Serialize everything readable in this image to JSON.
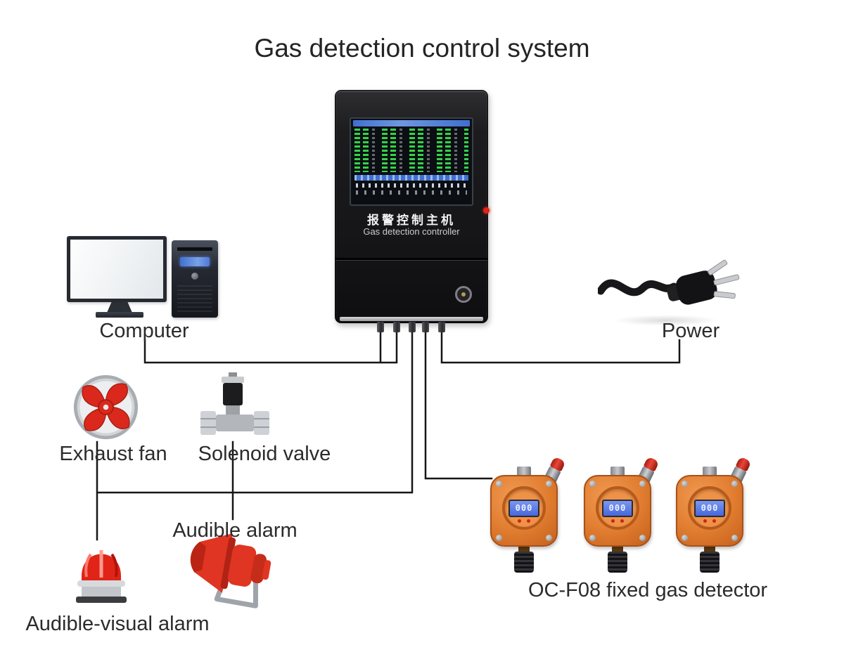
{
  "title": "Gas detection control system",
  "controller": {
    "name_cn": "报警控制主机",
    "name_en": "Gas detection controller"
  },
  "devices": {
    "computer": {
      "label": "Computer"
    },
    "power": {
      "label": "Power"
    },
    "exhaust_fan": {
      "label": "Exhaust fan"
    },
    "solenoid_valve": {
      "label": "Solenoid valve"
    },
    "audible_alarm": {
      "label": "Audible alarm"
    },
    "audible_visual_alarm": {
      "label": "Audible-visual alarm"
    },
    "gas_detectors": {
      "label": "OC-F08 fixed gas detector",
      "units": [
        {
          "reading": "000"
        },
        {
          "reading": "000"
        },
        {
          "reading": "000"
        }
      ]
    }
  },
  "colors": {
    "alarm_red": "#da291c",
    "detector_orange": "#e07c2f",
    "screen_green": "#34d448",
    "lcd_blue": "#4f74e0",
    "wire_black": "#161616"
  }
}
